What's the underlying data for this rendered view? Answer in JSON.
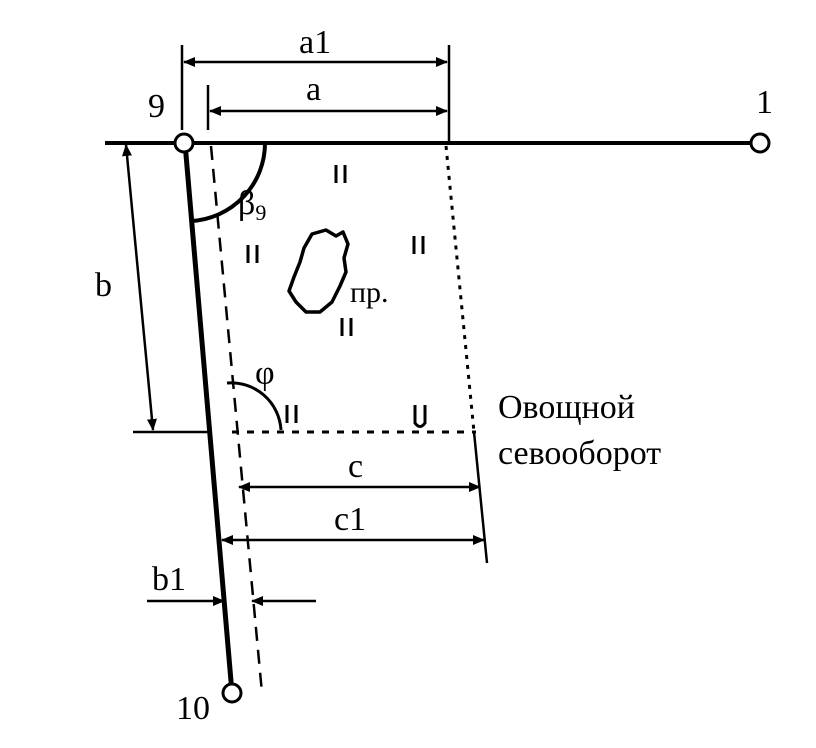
{
  "diagram": {
    "points": {
      "start": "9",
      "end_right": "1",
      "end_bottom": "10"
    },
    "dimensions": {
      "a1": "a1",
      "a": "a",
      "b": "b",
      "b1": "b1",
      "c": "c",
      "c1": "c1"
    },
    "angles": {
      "beta": "β",
      "beta_sub": "9",
      "phi": "φ"
    },
    "annotations": {
      "obstacle": "пр.",
      "field_line1": "Овощной",
      "field_line2": "севооборот"
    }
  }
}
